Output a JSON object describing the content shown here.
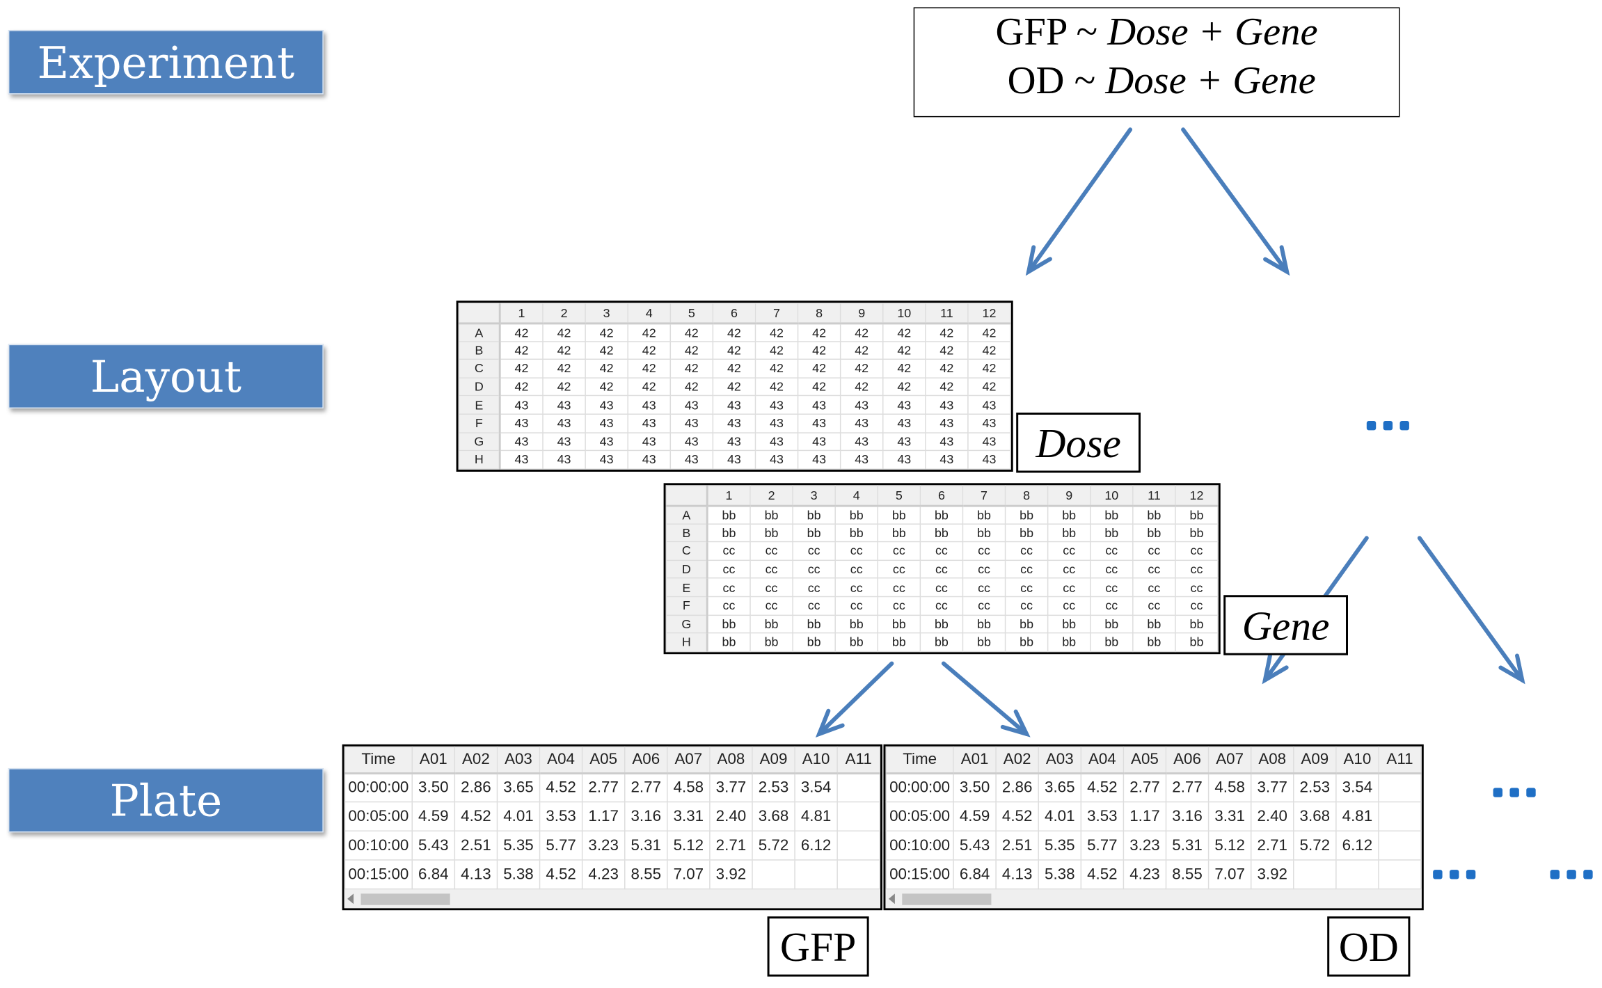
{
  "levels": {
    "experiment": "Experiment",
    "layout": "Layout",
    "plate": "Plate"
  },
  "formula": [
    {
      "response": "GFP",
      "tilde": "~",
      "terms": "Dose + Gene"
    },
    {
      "response": "OD",
      "tilde": "~",
      "terms": "Dose + Gene"
    }
  ],
  "layouts": {
    "dose": {
      "label": "Dose",
      "columns": [
        "1",
        "2",
        "3",
        "4",
        "5",
        "6",
        "7",
        "8",
        "9",
        "10",
        "11",
        "12"
      ],
      "rows": [
        {
          "name": "A",
          "value": "42"
        },
        {
          "name": "B",
          "value": "42"
        },
        {
          "name": "C",
          "value": "42"
        },
        {
          "name": "D",
          "value": "42"
        },
        {
          "name": "E",
          "value": "43"
        },
        {
          "name": "F",
          "value": "43"
        },
        {
          "name": "G",
          "value": "43"
        },
        {
          "name": "H",
          "value": "43"
        }
      ]
    },
    "gene": {
      "label": "Gene",
      "columns": [
        "1",
        "2",
        "3",
        "4",
        "5",
        "6",
        "7",
        "8",
        "9",
        "10",
        "11",
        "12"
      ],
      "rows": [
        {
          "name": "A",
          "value": "bb"
        },
        {
          "name": "B",
          "value": "bb"
        },
        {
          "name": "C",
          "value": "cc"
        },
        {
          "name": "D",
          "value": "cc"
        },
        {
          "name": "E",
          "value": "cc"
        },
        {
          "name": "F",
          "value": "cc"
        },
        {
          "name": "G",
          "value": "bb"
        },
        {
          "name": "H",
          "value": "bb"
        }
      ]
    }
  },
  "plates": {
    "columns": [
      "Time",
      "A01",
      "A02",
      "A03",
      "A04",
      "A05",
      "A06",
      "A07",
      "A08",
      "A09",
      "A10",
      "A11"
    ],
    "rows": [
      [
        "00:00:00",
        "3.50",
        "2.86",
        "3.65",
        "4.52",
        "2.77",
        "2.77",
        "4.58",
        "3.77",
        "2.53",
        "3.54"
      ],
      [
        "00:05:00",
        "4.59",
        "4.52",
        "4.01",
        "3.53",
        "1.17",
        "3.16",
        "3.31",
        "2.40",
        "3.68",
        "4.81"
      ],
      [
        "00:10:00",
        "5.43",
        "2.51",
        "5.35",
        "5.77",
        "3.23",
        "5.31",
        "5.12",
        "2.71",
        "5.72",
        "6.12"
      ],
      [
        "00:15:00",
        "6.84",
        "4.13",
        "5.38",
        "4.52",
        "4.23",
        "8.55",
        "7.07",
        "3.92",
        "",
        ""
      ]
    ],
    "gfp_label": "GFP",
    "od_label": "OD"
  },
  "colors": {
    "level_fill": "#4f81bd",
    "arrow": "#4a7ebb",
    "dots": "#1f6fc5"
  }
}
